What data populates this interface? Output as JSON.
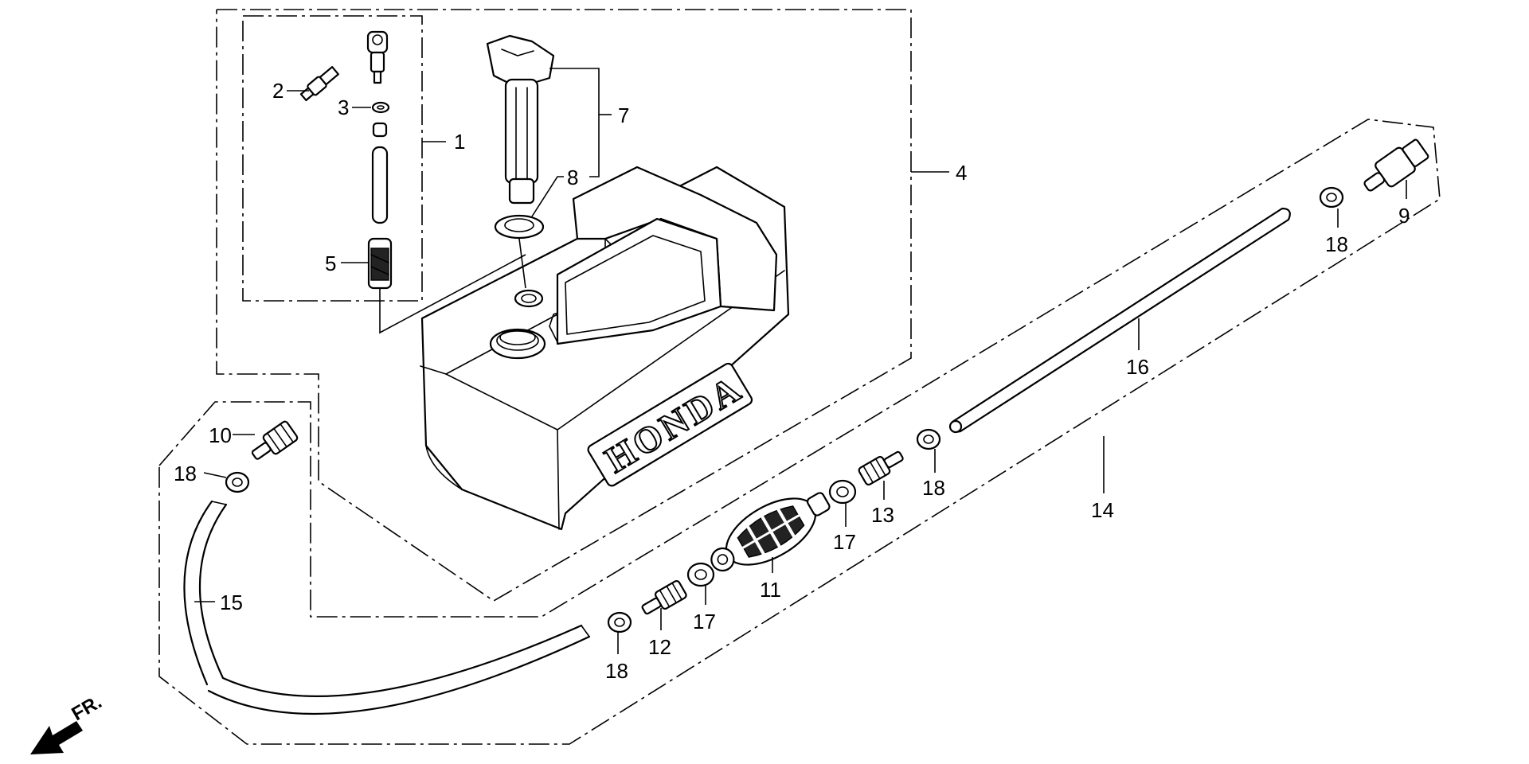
{
  "brand_text": "HONDA",
  "front_marker": "FR.",
  "callouts": {
    "c1": "1",
    "c2": "2",
    "c3": "3",
    "c4": "4",
    "c5": "5",
    "c7": "7",
    "c8": "8",
    "c9": "9",
    "c10": "10",
    "c11": "11",
    "c12": "12",
    "c13": "13",
    "c14": "14",
    "c15": "15",
    "c16": "16",
    "c17a": "17",
    "c17b": "17",
    "c18a": "18",
    "c18b": "18",
    "c18c": "18",
    "c18d": "18"
  },
  "colors": {
    "line": "#000000",
    "background": "#ffffff"
  }
}
